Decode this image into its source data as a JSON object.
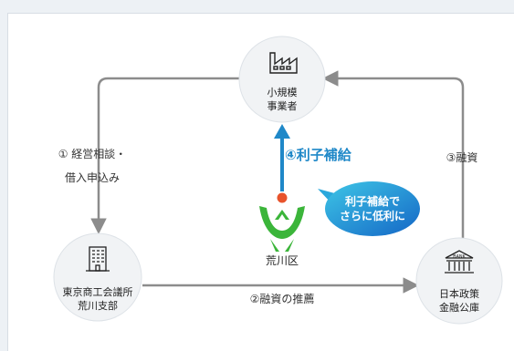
{
  "nodes": {
    "top": {
      "line1": "小規模",
      "line2": "事業者"
    },
    "left": {
      "line1": "東京商工会議所",
      "line2": "荒川支部"
    },
    "right": {
      "line1": "日本政策",
      "line2": "金融公庫",
      "sign": "BANK"
    },
    "center": {
      "label": "荒川区"
    }
  },
  "steps": {
    "step1_line1": "① 経営相談・",
    "step1_line2": "借入申込み",
    "step2": "②融資の推薦",
    "step3": "③融資",
    "step4": "④利子補給"
  },
  "bubble": {
    "line1": "利子補給で",
    "line2": "さらに低利に"
  },
  "colors": {
    "background": "#edf1f5",
    "circle_fill": "#f1f3f5",
    "arrow_gray": "#8c8c8c",
    "arrow_blue": "#1f88c8",
    "logo_green": "#3bb53a",
    "logo_dot": "#e8532c",
    "bubble": "#1b7fd0"
  }
}
